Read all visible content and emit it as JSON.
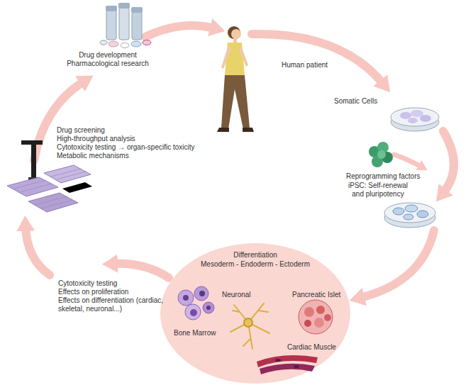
{
  "diagram": {
    "nodes": [
      {
        "text": [
          "Differentiation",
          "Mesoderm - Endoderm - Ectoderm",
          "Bone Marrow",
          "Neuronal",
          "Pancreatic Islet",
          "Cardiac Muscle"
        ]
      }
    ],
    "labels": [
      "Drug development",
      "Pharmacological research",
      "Human patient",
      "Somatic Cells",
      "Reprogramming factors",
      "iPSC: Self-renewal and pluripotency",
      "Drug screening",
      "High-throughput analysis",
      "Cytotoxicity testing → organ-specific toxicity",
      "Metabolic mechanisms",
      "Cytotoxicity testing",
      "Effects on proliferation",
      "Effects on differentiation (cardiac, skeletal, neuronal...)"
    ]
  }
}
